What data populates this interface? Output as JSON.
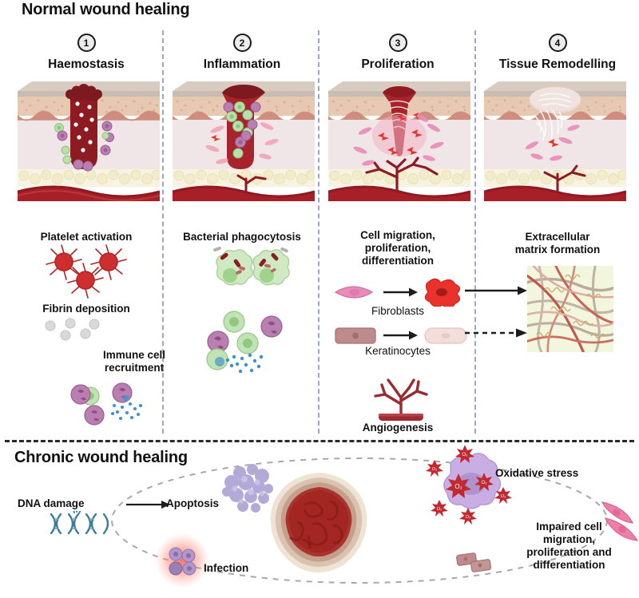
{
  "normal": {
    "title": "Normal wound healing",
    "stages": [
      {
        "number": "1",
        "name": "Haemostasis"
      },
      {
        "number": "2",
        "name": "Inflammation"
      },
      {
        "number": "3",
        "name": "Proliferation"
      },
      {
        "number": "4",
        "name": "Tissue Remodelling"
      }
    ],
    "labels": {
      "platelet_activation": "Platelet activation",
      "fibrin_deposition": "Fibrin deposition",
      "immune_recruitment_line1": "Immune cell",
      "immune_recruitment_line2": "recruitment",
      "bacterial_phagocytosis": "Bacterial phagocytosis",
      "cell_migration_line1": "Cell migration,",
      "cell_migration_line2": "proliferation,",
      "cell_migration_line3": "differentiation",
      "fibroblasts": "Fibroblasts",
      "keratinocytes": "Keratinocytes",
      "angiogenesis": "Angiogenesis",
      "ecm_line1": "Extracellular",
      "ecm_line2": "matrix formation"
    }
  },
  "chronic": {
    "title": "Chronic wound healing",
    "labels": {
      "dna_damage": "DNA damage",
      "apoptosis": "Apoptosis",
      "infection": "Infection",
      "oxidative_stress": "Oxidative stress",
      "impaired_line1": "Impaired cell",
      "impaired_line2": "migration,",
      "impaired_line3": "proliferation and",
      "impaired_line4": "differentiation",
      "ros_label": "O₂"
    }
  },
  "colors": {
    "epidermis": "#e3c4ab",
    "epidermis_line": "#cf8d7f",
    "dermis": "#f0e6e8",
    "fat": "#f2edd2",
    "vessel": "#a81f27",
    "wound": "#8e1b22",
    "platelet": "#cf2e2e",
    "fibrin": "#d3d3d3",
    "neutrophil": "#bfe3b5",
    "monocyte": "#b87fb0",
    "cytokine": "#3f8fd0",
    "fibroblast_pink": "#e98cb8",
    "fibroblast_red": "#e8322b",
    "keratinocyte": "#bd8b8b",
    "ecm_bg": "#f2f6dd",
    "divider": "#8e93c4",
    "ros": "#c2282f",
    "macrophage": "#c9aee4",
    "dna": "#3b7d93",
    "apoptosis": "#b0a6d6",
    "text": "#111111"
  }
}
